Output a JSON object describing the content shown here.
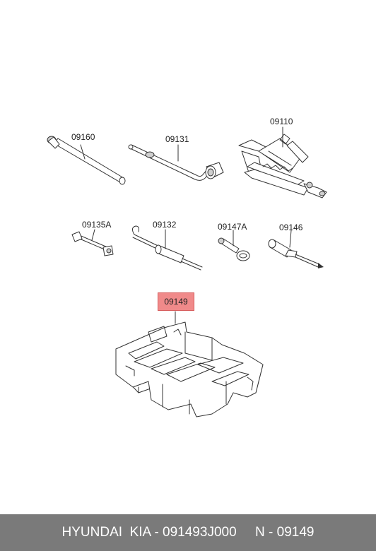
{
  "parts": {
    "p09160": "09160",
    "p09131": "09131",
    "p09110": "09110",
    "p09135A": "09135A",
    "p09132": "09132",
    "p09147A": "09147A",
    "p09146": "09146",
    "p09149": "09149"
  },
  "highlight_color": "#f08a8a",
  "footer": {
    "text": "HYUNDAI  KIA - 091493J000     N - 09149"
  }
}
